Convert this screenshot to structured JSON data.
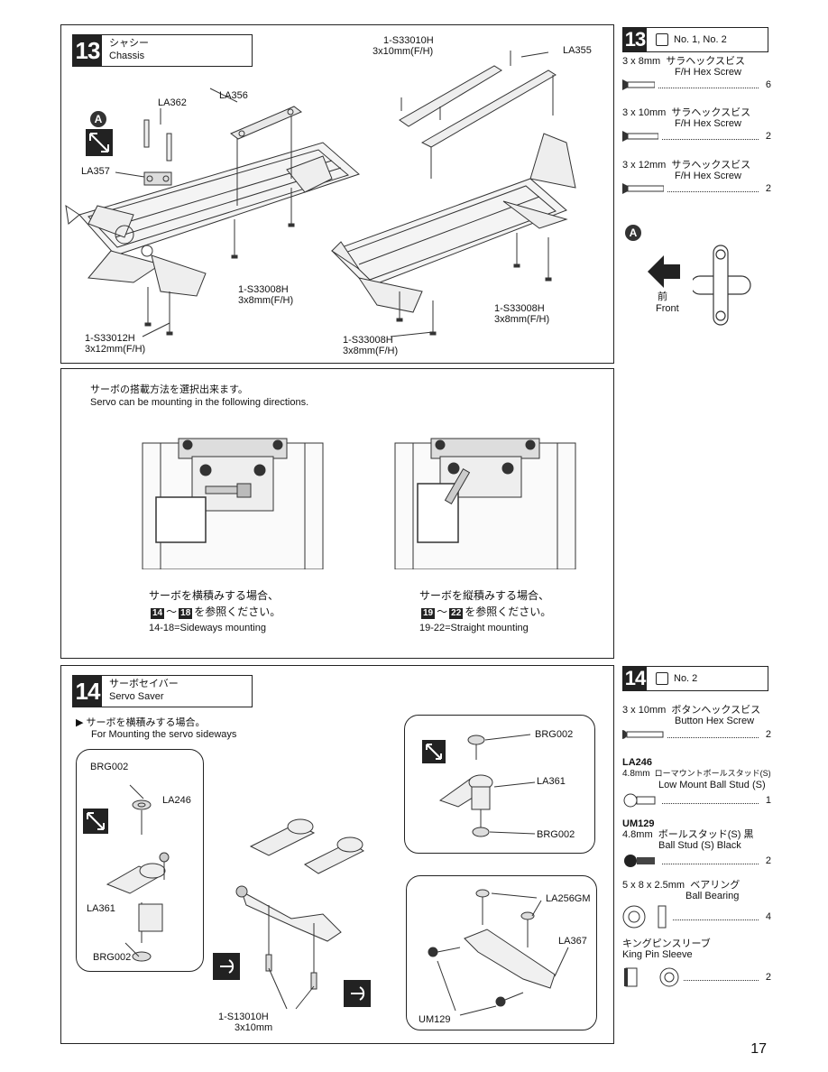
{
  "step13": {
    "number": "13",
    "title_jp": "シャシー",
    "title_en": "Chassis",
    "labels": {
      "la362": "LA362",
      "la356": "LA356",
      "la357": "LA357",
      "la355": "LA355",
      "s33010h_code": "1-S33010H",
      "s33010h_size": "3x10mm(F/H)",
      "s33008h_a_code": "1-S33008H",
      "s33008h_a_size": "3x8mm(F/H)",
      "s33012h_code": "1-S33012H",
      "s33012h_size": "3x12mm(F/H)",
      "s33008h_b_code": "1-S33008H",
      "s33008h_b_size": "3x8mm(F/H)",
      "s33008h_c_code": "1-S33008H",
      "s33008h_c_size": "3x8mm(F/H)",
      "marker_a": "A"
    }
  },
  "servo_panel": {
    "intro_jp": "サーボの搭載方法を選択出来ます。",
    "intro_en": "Servo can be mounting in the following directions.",
    "left_jp": "サーボを横積みする場合、",
    "left_ref_from": "14",
    "left_ref_sep": "～",
    "left_ref_to": "18",
    "left_ref_suffix": "を参照ください。",
    "left_en": "14-18=Sideways mounting",
    "right_jp": "サーボを縦積みする場合、",
    "right_ref_from": "19",
    "right_ref_sep": "～",
    "right_ref_to": "22",
    "right_ref_suffix": "を参照ください。",
    "right_en": "19-22=Straight mounting"
  },
  "step14": {
    "number": "14",
    "title_jp": "サーボセイバー",
    "title_en": "Servo Saver",
    "note_jp": "サーボを横積みする場合。",
    "note_en": "For Mounting the servo sideways",
    "labels": {
      "brg002_a": "BRG002",
      "la246": "LA246",
      "la361_a": "LA361",
      "brg002_b": "BRG002",
      "brg002_c": "BRG002",
      "la361_b": "LA361",
      "brg002_d": "BRG002",
      "la256gm": "LA256GM",
      "la367": "LA367",
      "um129": "UM129",
      "s13010h_code": "1-S13010H",
      "s13010h_size": "3x10mm"
    }
  },
  "side13": {
    "number": "13",
    "tools": "No. 1, No. 2",
    "parts": [
      {
        "size": "3 x 8mm",
        "jp": "サラヘックスビス",
        "en": "F/H Hex Screw",
        "qty": "6"
      },
      {
        "size": "3 x 10mm",
        "jp": "サラヘックスビス",
        "en": "F/H Hex Screw",
        "qty": "2"
      },
      {
        "size": "3 x 12mm",
        "jp": "サラヘックスビス",
        "en": "F/H Hex Screw",
        "qty": "2"
      }
    ],
    "marker_a": "A",
    "front_jp": "前",
    "front_en": "Front"
  },
  "side14": {
    "number": "14",
    "tools": "No. 2",
    "parts": [
      {
        "code": "",
        "size": "3 x 10mm",
        "jp": "ボタンヘックスビス",
        "en": "Button Hex Screw",
        "qty": "2"
      },
      {
        "code": "LA246",
        "size": "4.8mm",
        "jp": "ローマウントボールスタッド(S)",
        "en": "Low Mount Ball Stud (S)",
        "qty": "1"
      },
      {
        "code": "UM129",
        "size": "4.8mm",
        "jp": "ボールスタッド(S) 黒",
        "en": "Ball Stud (S) Black",
        "qty": "2"
      },
      {
        "code": "",
        "size": "5 x 8 x 2.5mm",
        "jp": "ベアリング",
        "en": "Ball Bearing",
        "qty": "4"
      },
      {
        "code": "",
        "size": "",
        "jp": "キングピンスリーブ",
        "en": "King Pin Sleeve",
        "qty": "2"
      }
    ]
  },
  "page_number": "17"
}
